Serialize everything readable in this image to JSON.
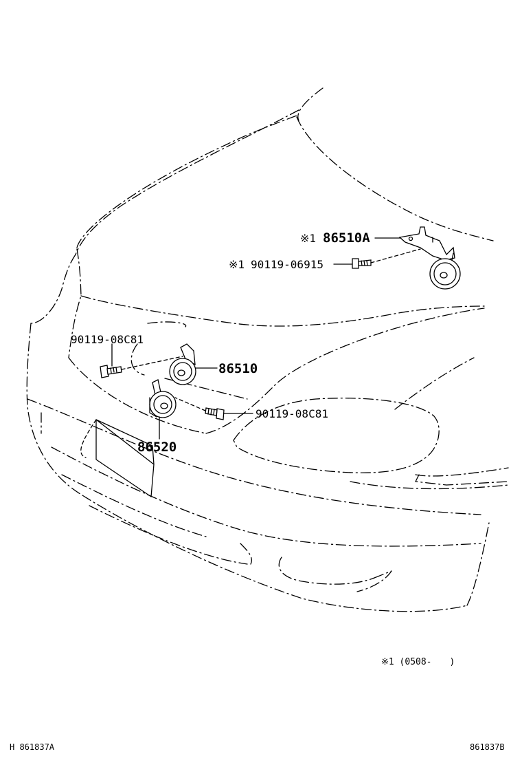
{
  "diagram": {
    "labels": {
      "horn_high_note": "86510A",
      "horn_high_note_mark": "※1",
      "bolt_bracket": "90119-06915",
      "bolt_bracket_mark": "※1",
      "bolt_left": "90119-08C81",
      "horn_high": "86510",
      "bolt_right": "90119-08C81",
      "horn_low": "86520"
    },
    "footnote": "※1 (0508-　　)",
    "illustration_code_left": "H 861837A",
    "illustration_code_right": "861837B"
  }
}
